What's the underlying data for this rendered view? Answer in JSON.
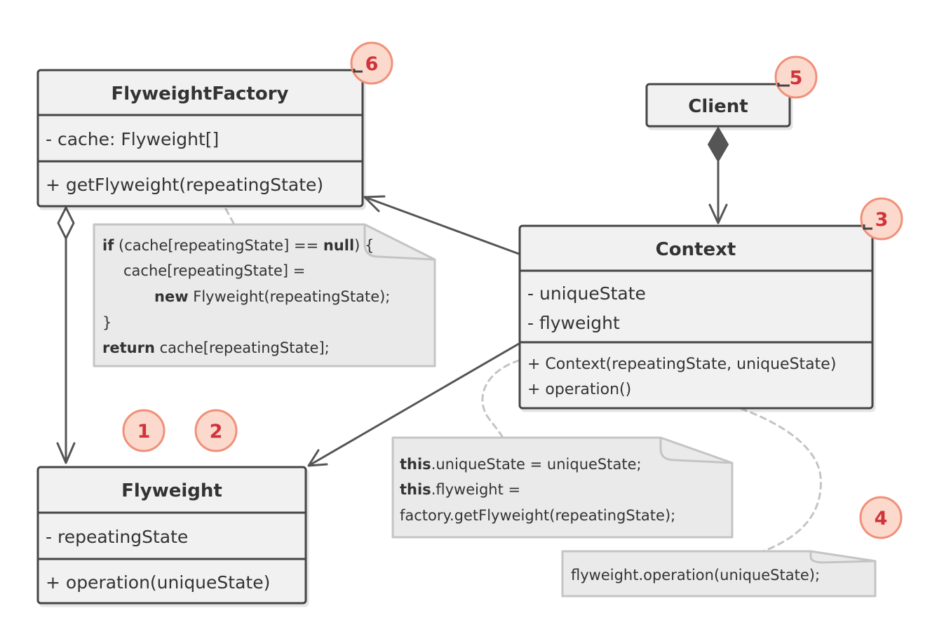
{
  "classes": {
    "flyweight_factory": {
      "name": "FlyweightFactory",
      "fields": [
        "- cache: Flyweight[]"
      ],
      "methods": [
        "+ getFlyweight(repeatingState)"
      ]
    },
    "client": {
      "name": "Client"
    },
    "context": {
      "name": "Context",
      "fields": [
        "- uniqueState",
        "- flyweight"
      ],
      "methods": [
        "+ Context(repeatingState, uniqueState)",
        "+ operation()"
      ]
    },
    "flyweight": {
      "name": "Flyweight",
      "fields": [
        "- repeatingState"
      ],
      "methods": [
        "+ operation(uniqueState)"
      ]
    }
  },
  "notes": {
    "factory_note": {
      "lines": [
        [
          {
            "t": "if",
            "kw": true
          },
          {
            "t": " (cache[repeatingState] == "
          },
          {
            "t": "null",
            "kw": true
          },
          {
            "t": ") {"
          }
        ],
        [
          {
            "t": "cache[repeatingState] ="
          }
        ],
        [
          {
            "t": "new",
            "kw": true
          },
          {
            "t": " Flyweight(repeatingState);"
          }
        ],
        [
          {
            "t": "}"
          }
        ],
        [
          {
            "t": "return",
            "kw": true
          },
          {
            "t": " cache[repeatingState];"
          }
        ]
      ]
    },
    "context_note": {
      "lines": [
        [
          {
            "t": "this",
            "kw": true
          },
          {
            "t": ".uniqueState = uniqueState;"
          }
        ],
        [
          {
            "t": "this",
            "kw": true
          },
          {
            "t": ".flyweight ="
          }
        ],
        [
          {
            "t": "factory.getFlyweight(repeatingState);"
          }
        ]
      ]
    },
    "operation_note": {
      "lines": [
        [
          {
            "t": "flyweight.operation(uniqueState);"
          }
        ]
      ]
    }
  },
  "badges": [
    "1",
    "2",
    "3",
    "4",
    "5",
    "6"
  ],
  "colors": {
    "box_fill": "#f1f1f1",
    "box_stroke": "#444444",
    "note_fill": "#eaeaea",
    "note_stroke": "#c4c4c4",
    "badge_fill": "#fbd9cc",
    "badge_stroke": "#f0907a",
    "badge_text": "#d0343a",
    "line": "#555555",
    "dash": "#c4c4c4"
  }
}
